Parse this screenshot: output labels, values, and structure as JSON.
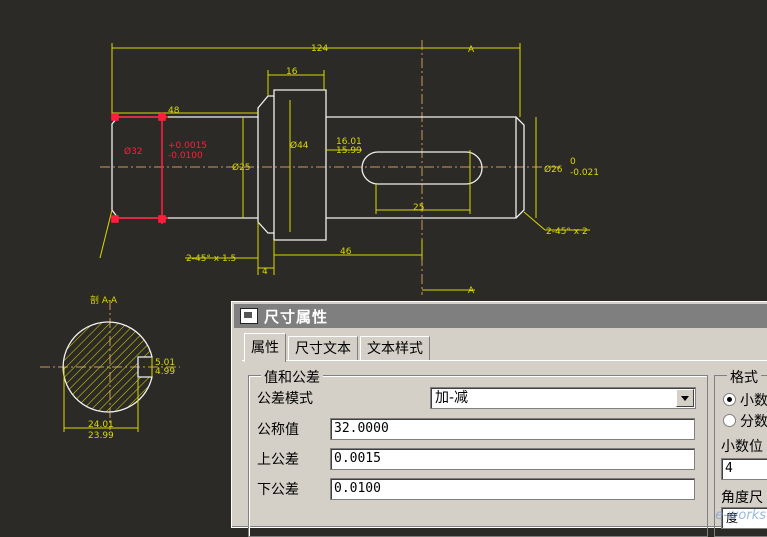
{
  "drawing": {
    "dims": {
      "overall": "124",
      "flange": "16",
      "left_length": "48",
      "right_length": "46",
      "left_dia": "Ø25",
      "flange_dia": "Ø44",
      "right_dia_main": "Ø26",
      "right_dia_tol_top": "0",
      "right_dia_tol_bottom": "-0.021",
      "slot_width": "25",
      "slot_tol_top": "16.01",
      "slot_tol_bottom": "15.99",
      "chamfer_left": "2-45° x 1.5",
      "chamfer_right": "2-45° x 2",
      "small_4": "4",
      "selected_dim_main": "Ø32",
      "selected_tol_top": "+0.0015",
      "selected_tol_bottom": "-0.0100",
      "section_label": "剖 A-A",
      "section_top": "5.01",
      "section_bottom": "4.99",
      "section_w_top": "24.01",
      "section_w_bottom": "23.99",
      "cut_label": "A"
    },
    "colors": {
      "line": "#d9d900",
      "highlight": "#ff1e3c",
      "body": "#f0f0f0",
      "center": "#c89a5a",
      "bg": "#2b2a27"
    }
  },
  "dialog": {
    "title": "尺寸属性",
    "tabs": [
      "属性",
      "尺寸文本",
      "文本样式"
    ],
    "group_title": "值和公差",
    "tol_mode_label": "公差模式",
    "tol_mode_value": "加-减",
    "nominal_label": "公称值",
    "nominal_value": "32.0000",
    "upper_label": "上公差",
    "upper_value": "0.0015",
    "lower_label": "下公差",
    "lower_value": "0.0100",
    "format_title": "格式",
    "format_decimal": "小数",
    "format_fraction": "分数",
    "decimals_label": "小数位",
    "decimals_value": "4",
    "angle_label": "角度尺",
    "angle_unit": "度"
  },
  "watermark": "e-works"
}
